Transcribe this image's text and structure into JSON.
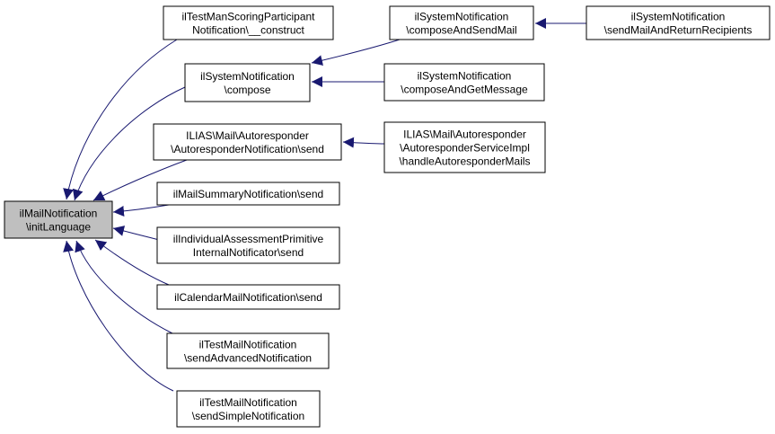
{
  "colors": {
    "edge": "#191970",
    "node_border": "#000000",
    "node_fill": "#ffffff",
    "root_fill": "#bfbfbf",
    "text": "#000000"
  },
  "nodes": [
    {
      "id": "root",
      "label": [
        "ilMailNotification",
        "\\initLanguage"
      ],
      "highlight": true
    },
    {
      "id": "scoring_construct",
      "label": [
        "ilTestManScoringParticipant",
        "Notification\\__construct"
      ]
    },
    {
      "id": "sys_compose",
      "label": [
        "ilSystemNotification",
        "\\compose"
      ]
    },
    {
      "id": "autoresp_send",
      "label": [
        "ILIAS\\Mail\\Autoresponder",
        "\\AutoresponderNotification\\send"
      ]
    },
    {
      "id": "summary_send",
      "label": [
        "ilMailSummaryNotification\\send"
      ]
    },
    {
      "id": "individual_send",
      "label": [
        "ilIndividualAssessmentPrimitive",
        "InternalNotificator\\send"
      ]
    },
    {
      "id": "calendar_send",
      "label": [
        "ilCalendarMailNotification\\send"
      ]
    },
    {
      "id": "test_advanced",
      "label": [
        "ilTestMailNotification",
        "\\sendAdvancedNotification"
      ]
    },
    {
      "id": "test_simple",
      "label": [
        "ilTestMailNotification",
        "\\sendSimpleNotification"
      ]
    },
    {
      "id": "sys_compose_send",
      "label": [
        "ilSystemNotification",
        "\\composeAndSendMail"
      ]
    },
    {
      "id": "sys_compose_get",
      "label": [
        "ilSystemNotification",
        "\\composeAndGetMessage"
      ]
    },
    {
      "id": "sys_send_return",
      "label": [
        "ilSystemNotification",
        "\\sendMailAndReturnRecipients"
      ]
    },
    {
      "id": "autoresp_handle",
      "label": [
        "ILIAS\\Mail\\Autoresponder",
        "\\AutoresponderServiceImpl",
        "\\handleAutoresponderMails"
      ]
    }
  ],
  "edges": [
    {
      "from": "scoring_construct",
      "to": "root"
    },
    {
      "from": "sys_compose",
      "to": "root"
    },
    {
      "from": "autoresp_send",
      "to": "root"
    },
    {
      "from": "summary_send",
      "to": "root"
    },
    {
      "from": "individual_send",
      "to": "root"
    },
    {
      "from": "calendar_send",
      "to": "root"
    },
    {
      "from": "test_advanced",
      "to": "root"
    },
    {
      "from": "test_simple",
      "to": "root"
    },
    {
      "from": "sys_compose_send",
      "to": "sys_compose"
    },
    {
      "from": "sys_compose_get",
      "to": "sys_compose"
    },
    {
      "from": "sys_send_return",
      "to": "sys_compose_send"
    },
    {
      "from": "autoresp_handle",
      "to": "autoresp_send"
    }
  ]
}
